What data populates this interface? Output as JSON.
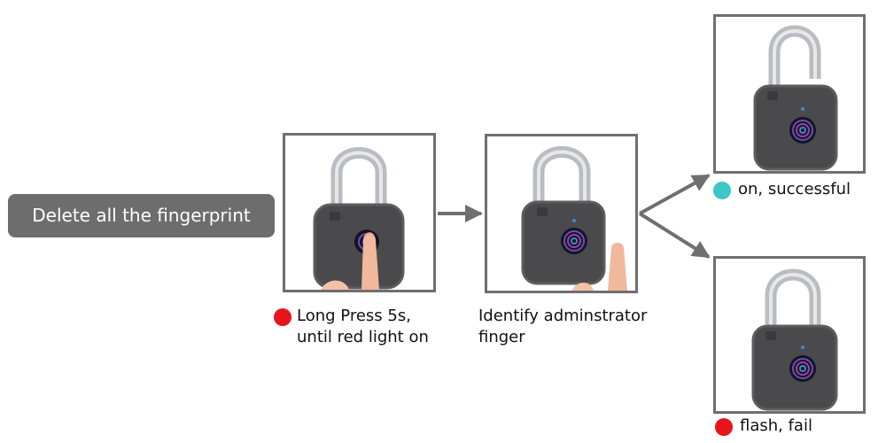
{
  "title": "Delete all the fingerprint",
  "steps": [
    {
      "caption_line1": "Long Press 5s,",
      "caption_line2": "until red light on",
      "indicator_color": "#e8141b"
    },
    {
      "caption_line1": "Identify adminstrator",
      "caption_line2": "finger"
    }
  ],
  "outcomes": [
    {
      "caption": "on, successful",
      "indicator_color": "#3cc6c4"
    },
    {
      "caption": "flash, fail",
      "indicator_color": "#e8141b"
    }
  ],
  "colors": {
    "pill": "#6e6d6d",
    "frame": "#6f6f6f",
    "arrow": "#6f6f6f",
    "lock_body": "#4a4a4c",
    "shackle": "#c9ccd0",
    "finger": "#f0b89c"
  },
  "icons": [
    "padlock-icon",
    "finger-icon",
    "fingerprint-sensor-icon",
    "arrow-icon"
  ]
}
